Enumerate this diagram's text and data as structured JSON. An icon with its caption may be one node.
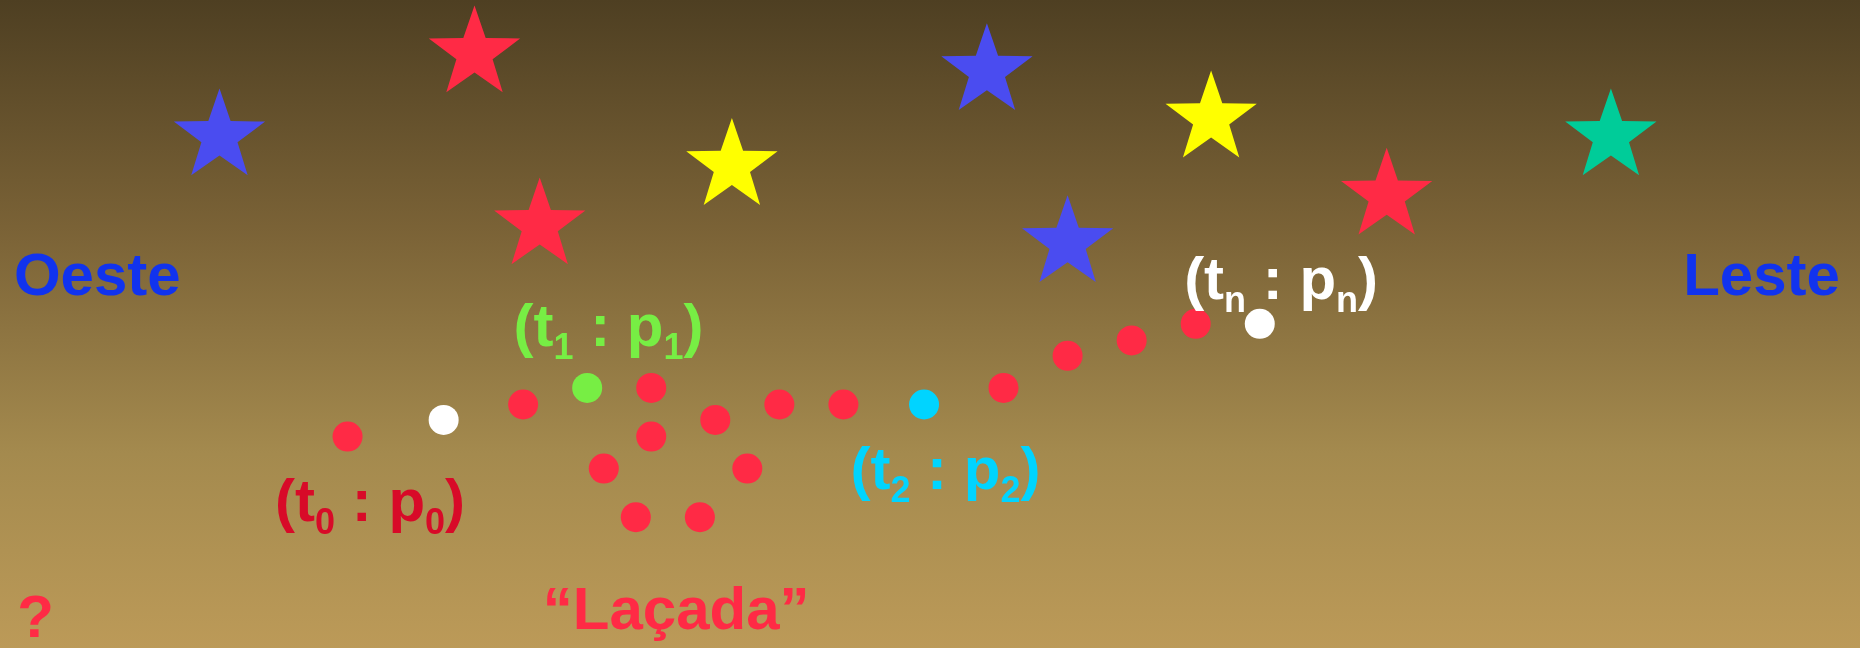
{
  "diagram": {
    "labels": [
      "Oeste",
      "(t$_{1}$ : p$_{1}$)",
      "(t$_{n}$ : p$_{n}$)",
      "Leste",
      "(t$_{0}$ : p$_{0}$)",
      "(t$_{2}$ : p$_{2}$)",
      "“Laçada”",
      "?"
    ]
  }
}
